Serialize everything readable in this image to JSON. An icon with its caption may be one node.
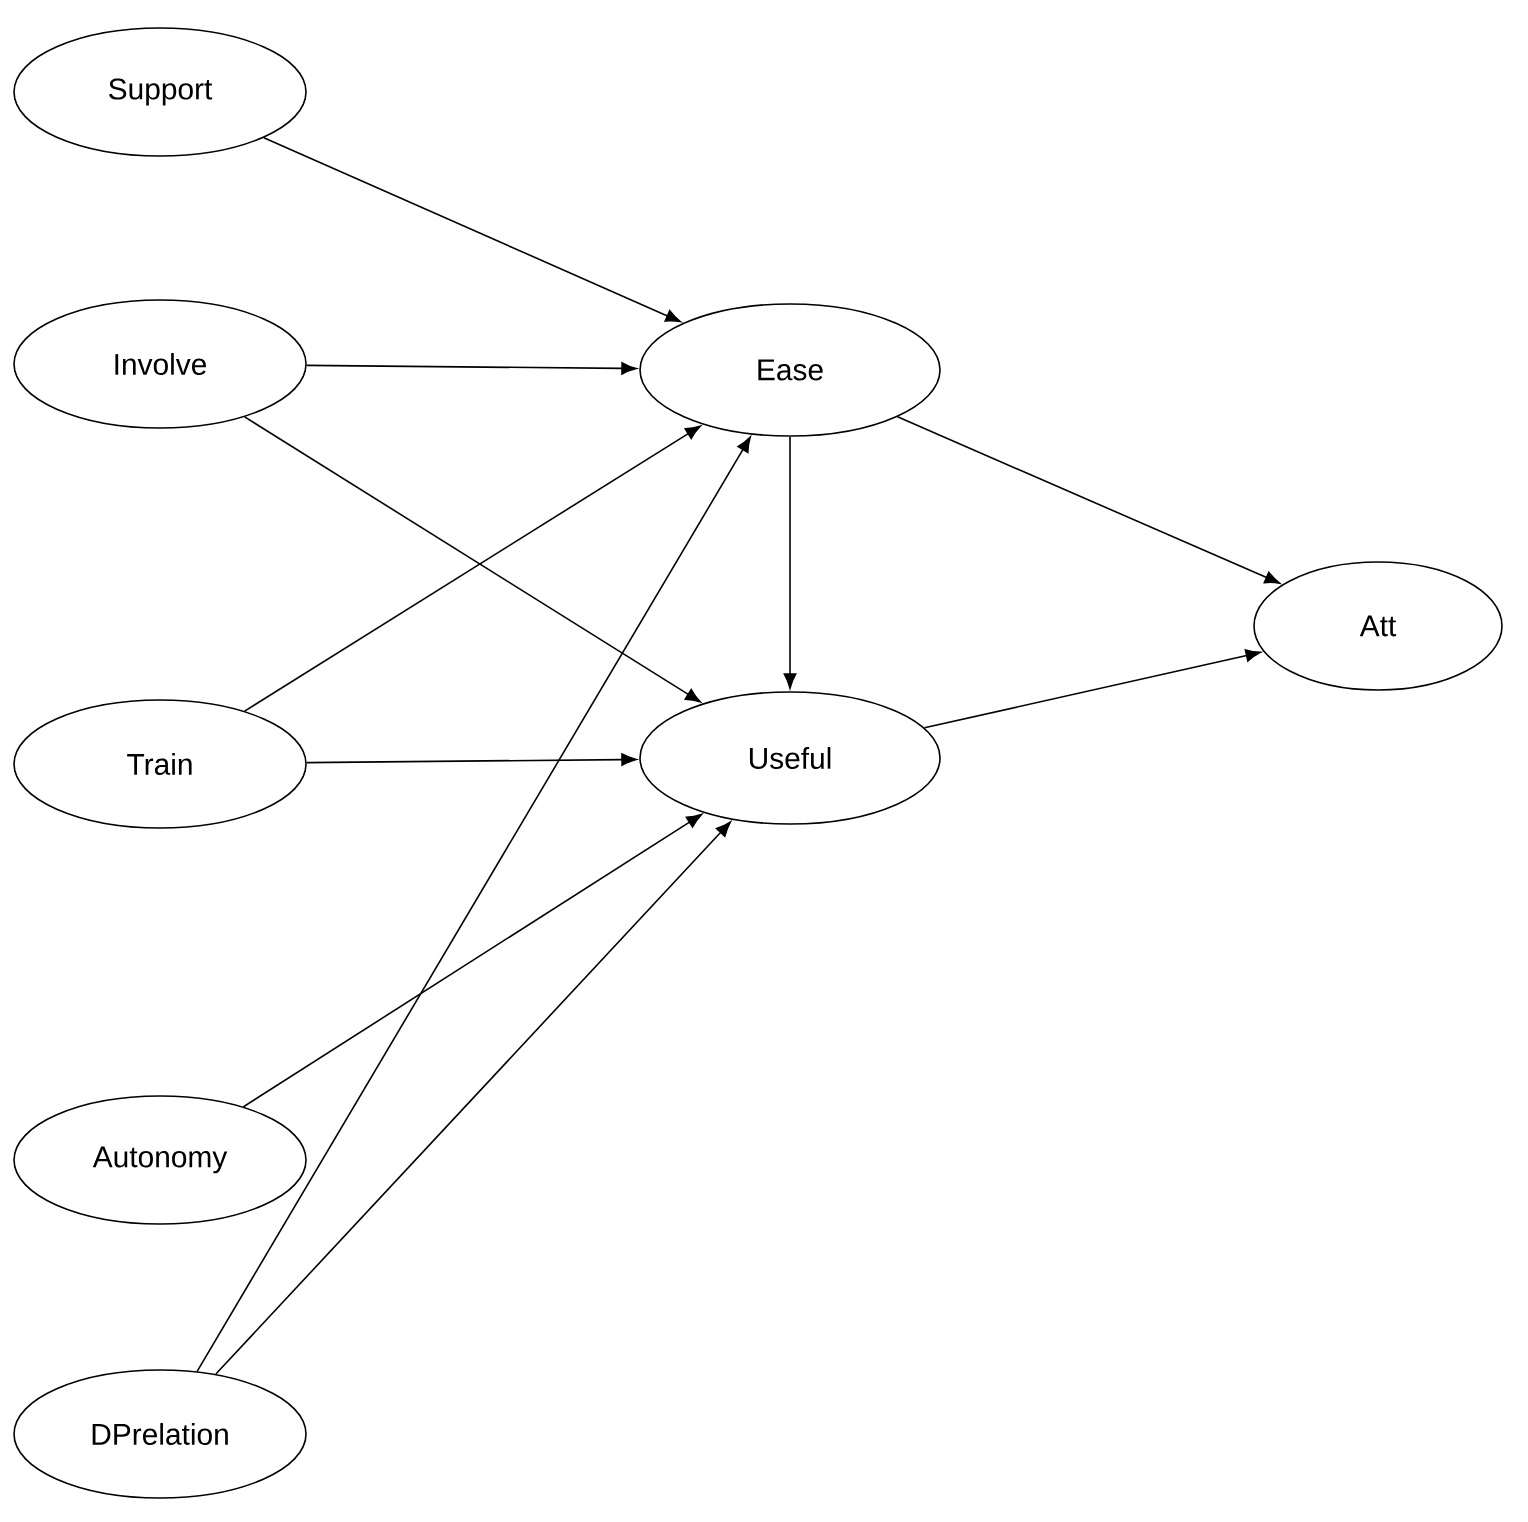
{
  "diagram": {
    "nodes": [
      {
        "text": [
          "Support"
        ]
      },
      {
        "text": [
          "Involve"
        ]
      },
      {
        "text": [
          "Train"
        ]
      },
      {
        "text": [
          "Autonomy"
        ]
      },
      {
        "text": [
          "DPrelation"
        ]
      },
      {
        "text": [
          "Ease"
        ]
      },
      {
        "text": [
          "Useful"
        ]
      },
      {
        "text": [
          "Att"
        ]
      }
    ],
    "edges": [
      {
        "from": 0,
        "to": 5,
        "arrow": "to"
      },
      {
        "from": 1,
        "to": 5,
        "arrow": "to"
      },
      {
        "from": 1,
        "to": 6,
        "arrow": "to"
      },
      {
        "from": 2,
        "to": 5,
        "arrow": "to"
      },
      {
        "from": 2,
        "to": 6,
        "arrow": "to"
      },
      {
        "from": 3,
        "to": 6,
        "arrow": "to"
      },
      {
        "from": 4,
        "to": 5,
        "arrow": "to"
      },
      {
        "from": 4,
        "to": 6,
        "arrow": "to"
      },
      {
        "from": 5,
        "to": 6,
        "arrow": "to"
      },
      {
        "from": 5,
        "to": 7,
        "arrow": "to"
      },
      {
        "from": 6,
        "to": 7,
        "arrow": "to"
      }
    ]
  }
}
